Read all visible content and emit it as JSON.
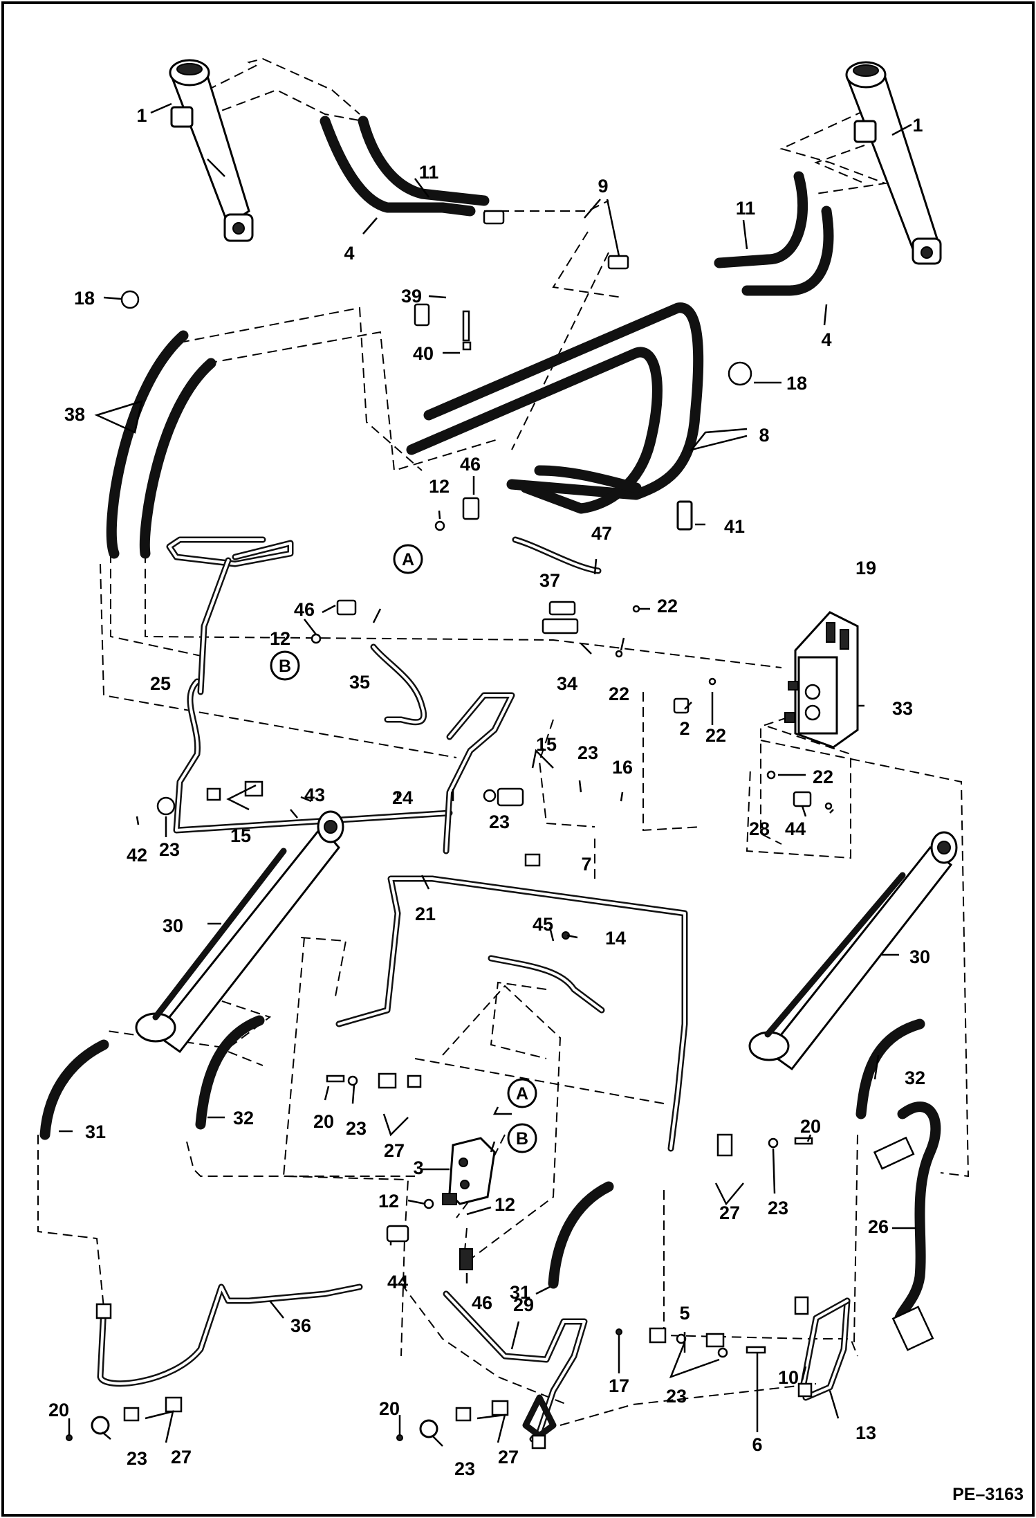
{
  "diagram": {
    "code": "PE–3163",
    "callouts": {
      "c1a": "1",
      "c1b": "1",
      "c2": "2",
      "c3": "3",
      "c4a": "4",
      "c4b": "4",
      "c5": "5",
      "c6": "6",
      "c7": "7",
      "c8": "8",
      "c9": "9",
      "c10": "10",
      "c11a": "11",
      "c11b": "11",
      "c12a": "12",
      "c12b": "12",
      "c12c": "12",
      "c12d": "12",
      "c13": "13",
      "c14": "14",
      "c15a": "15",
      "c15b": "15",
      "c16": "16",
      "c17": "17",
      "c18a": "18",
      "c18b": "18",
      "c19": "19",
      "c20a": "20",
      "c20b": "20",
      "c20c": "20",
      "c20d": "20",
      "c21": "21",
      "c22a": "22",
      "c22b": "22",
      "c22c": "22",
      "c22d": "22",
      "c23a": "23",
      "c23b": "23",
      "c23c": "23",
      "c23d": "23",
      "c23e": "23",
      "c23f": "23",
      "c23g": "23",
      "c24": "24",
      "c25": "25",
      "c26": "26",
      "c27a": "27",
      "c27b": "27",
      "c27c": "27",
      "c27d": "27",
      "c28": "28",
      "c29": "29",
      "c30a": "30",
      "c30b": "30",
      "c31a": "31",
      "c31b": "31",
      "c32a": "32",
      "c32b": "32",
      "c33": "33",
      "c34": "34",
      "c35": "35",
      "c36": "36",
      "c37": "37",
      "c38": "38",
      "c39": "39",
      "c40": "40",
      "c41": "41",
      "c42": "42",
      "c43": "43",
      "c44a": "44",
      "c44b": "44",
      "c45": "45",
      "c46a": "46",
      "c46b": "46",
      "c46c": "46",
      "c47": "47"
    },
    "circle_labels": {
      "a1": "A",
      "b1": "B",
      "a2": "A",
      "b2": "B"
    }
  }
}
